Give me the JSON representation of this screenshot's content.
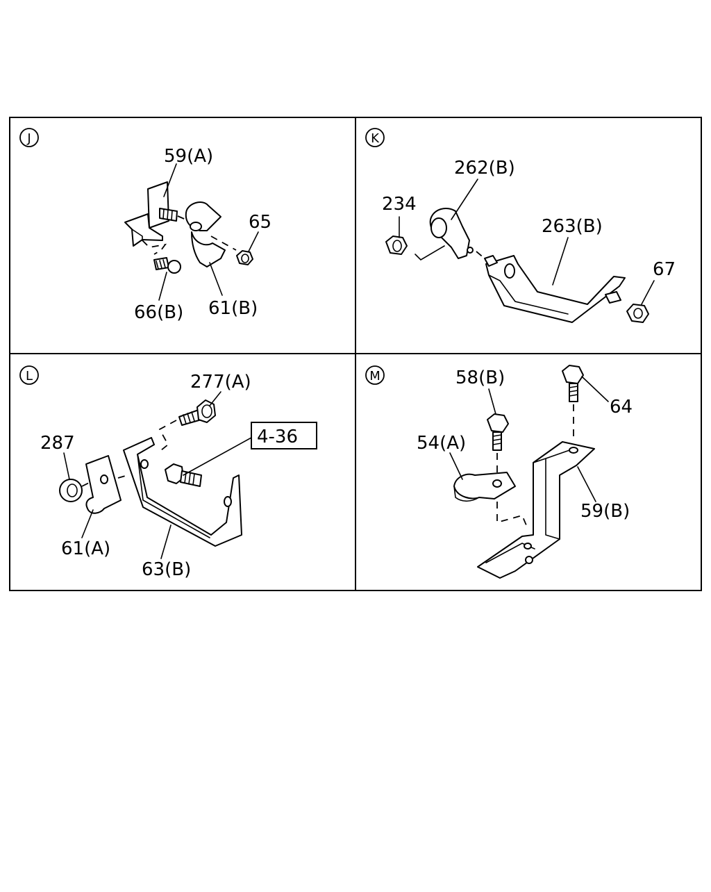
{
  "panels": [
    {
      "letter": "J",
      "labels": [
        "59(A)",
        "65",
        "66(B)",
        "61(B)"
      ]
    },
    {
      "letter": "K",
      "labels": [
        "262(B)",
        "234",
        "263(B)",
        "67"
      ]
    },
    {
      "letter": "L",
      "labels": [
        "277(A)",
        "287",
        "4-36",
        "61(A)",
        "63(B)"
      ]
    },
    {
      "letter": "M",
      "labels": [
        "58(B)",
        "64",
        "54(A)",
        "59(B)"
      ]
    }
  ]
}
